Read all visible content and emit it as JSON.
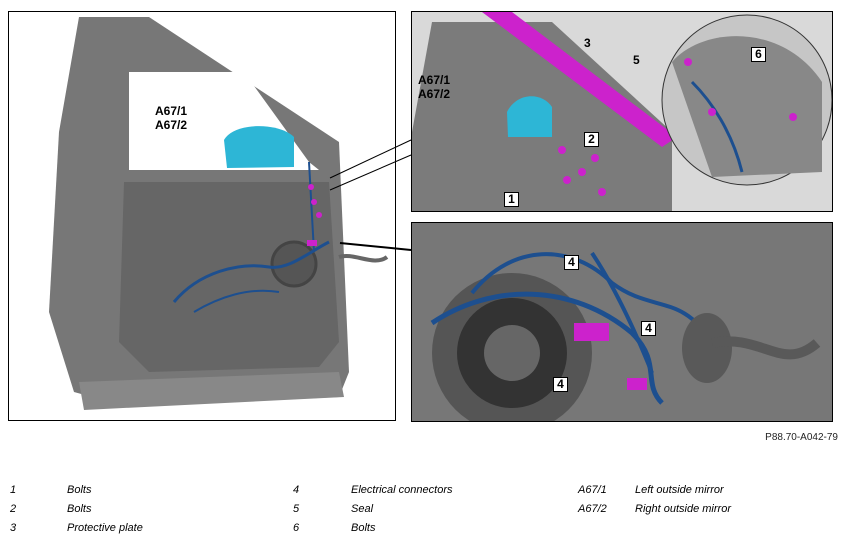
{
  "figure": {
    "ref_code": "P88.70-A042-79"
  },
  "labels": {
    "mirror_main": [
      "A67/1",
      "A67/2"
    ],
    "mirror_top": [
      "A67/1",
      "A67/2"
    ],
    "num_1": "1",
    "num_2": "2",
    "num_3": "3",
    "num_4a": "4",
    "num_4b": "4",
    "num_4c": "4",
    "num_5": "5",
    "num_6": "6"
  },
  "legend": [
    {
      "key": "1",
      "value": "Bolts"
    },
    {
      "key": "2",
      "value": "Bolts"
    },
    {
      "key": "3",
      "value": "Protective plate"
    },
    {
      "key": "4",
      "value": "Electrical connectors"
    },
    {
      "key": "5",
      "value": "Seal"
    },
    {
      "key": "6",
      "value": "Bolts"
    },
    {
      "key": "A67/1",
      "value": "Left outside mirror"
    },
    {
      "key": "A67/2",
      "value": "Right outside mirror"
    }
  ],
  "colors": {
    "door": "#7b7b7b",
    "door_dark": "#5c5c5c",
    "mirror": "#2db6d6",
    "wire": "#1d4f8f",
    "magenta": "#cc22cc"
  }
}
